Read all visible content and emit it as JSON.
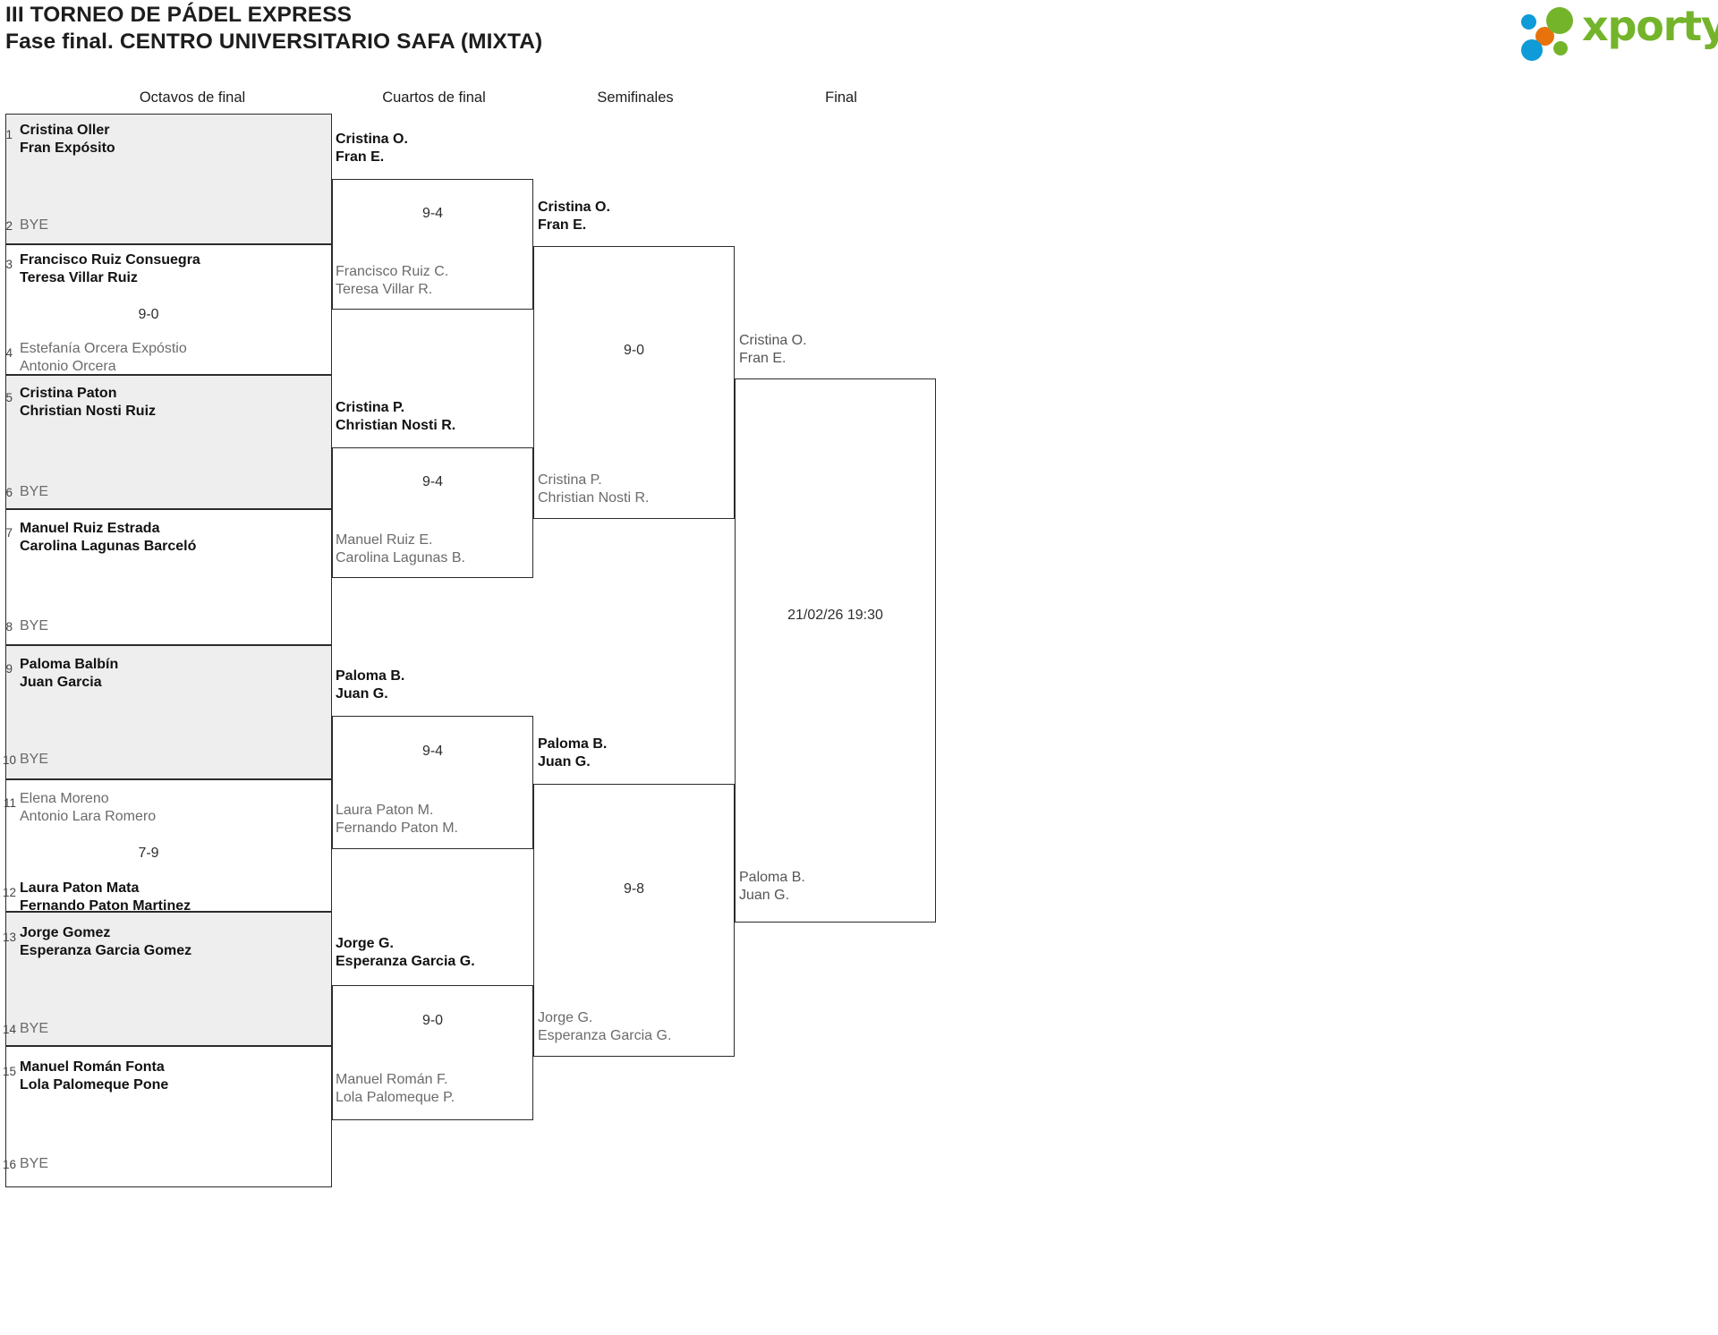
{
  "header": {
    "title_line1": "III TORNEO DE PÁDEL EXPRESS",
    "title_line2": "Fase final. CENTRO UNIVERSITARIO SAFA (MIXTA)",
    "logo_text": "xporty",
    "logo_colors": {
      "green": "#74b42b",
      "blue": "#0e9bd8",
      "orange": "#e8730c"
    }
  },
  "rounds": [
    {
      "label": "Octavos de final"
    },
    {
      "label": "Cuartos de final"
    },
    {
      "label": "Semifinales"
    },
    {
      "label": "Final"
    }
  ],
  "round1": {
    "entries": [
      {
        "seed": "1",
        "line1": "Cristina Oller",
        "line2": "Fran Expósito",
        "state": "winner"
      },
      {
        "seed": "2",
        "line1": "BYE",
        "line2": "",
        "state": "bye"
      },
      {
        "seed": "3",
        "line1": "Francisco Ruiz Consuegra",
        "line2": "Teresa Villar Ruiz",
        "state": "winner"
      },
      {
        "seed": "4",
        "line1": "Estefanía Orcera Expóstio",
        "line2": "Antonio Orcera",
        "state": "loser"
      },
      {
        "seed": "5",
        "line1": "Cristina Paton",
        "line2": "Christian Nosti Ruiz",
        "state": "winner"
      },
      {
        "seed": "6",
        "line1": "BYE",
        "line2": "",
        "state": "bye"
      },
      {
        "seed": "7",
        "line1": "Manuel Ruiz Estrada",
        "line2": "Carolina Lagunas Barceló",
        "state": "winner"
      },
      {
        "seed": "8",
        "line1": "BYE",
        "line2": "",
        "state": "bye"
      },
      {
        "seed": "9",
        "line1": "Paloma Balbín",
        "line2": "Juan Garcia",
        "state": "winner"
      },
      {
        "seed": "10",
        "line1": "BYE",
        "line2": "",
        "state": "bye"
      },
      {
        "seed": "11",
        "line1": "Elena Moreno",
        "line2": "Antonio Lara Romero",
        "state": "loser"
      },
      {
        "seed": "12",
        "line1": "Laura Paton Mata",
        "line2": "Fernando Paton Martinez",
        "state": "winner"
      },
      {
        "seed": "13",
        "line1": "Jorge Gomez",
        "line2": "Esperanza Garcia Gomez",
        "state": "winner"
      },
      {
        "seed": "14",
        "line1": "BYE",
        "line2": "",
        "state": "bye"
      },
      {
        "seed": "15",
        "line1": "Manuel Román Fonta",
        "line2": "Lola Palomeque Pone",
        "state": "winner"
      },
      {
        "seed": "16",
        "line1": "BYE",
        "line2": "",
        "state": "bye"
      }
    ],
    "scores": [
      "",
      "9-0",
      "",
      "",
      "",
      "7-9",
      "",
      ""
    ]
  },
  "round2": {
    "matches": [
      {
        "top": {
          "line1": "Cristina O.",
          "line2": "Fran E.",
          "state": "winner"
        },
        "bottom": {
          "line1": "Francisco Ruiz C.",
          "line2": "Teresa Villar R.",
          "state": "loser"
        },
        "score": "9-4"
      },
      {
        "top": {
          "line1": "Cristina P.",
          "line2": "Christian Nosti R.",
          "state": "winner"
        },
        "bottom": {
          "line1": "Manuel Ruiz E.",
          "line2": "Carolina Lagunas B.",
          "state": "loser"
        },
        "score": "9-4"
      },
      {
        "top": {
          "line1": "Paloma B.",
          "line2": "Juan G.",
          "state": "winner"
        },
        "bottom": {
          "line1": "Laura Paton M.",
          "line2": "Fernando Paton M.",
          "state": "loser"
        },
        "score": "9-4"
      },
      {
        "top": {
          "line1": "Jorge G.",
          "line2": "Esperanza Garcia G.",
          "state": "winner"
        },
        "bottom": {
          "line1": "Manuel Román F.",
          "line2": "Lola Palomeque P.",
          "state": "loser"
        },
        "score": "9-0"
      }
    ]
  },
  "round3": {
    "matches": [
      {
        "top": {
          "line1": "Cristina O.",
          "line2": "Fran E.",
          "state": "winner"
        },
        "bottom": {
          "line1": "Cristina P.",
          "line2": "Christian Nosti R.",
          "state": "loser"
        },
        "score": "9-0"
      },
      {
        "top": {
          "line1": "Paloma B.",
          "line2": "Juan G.",
          "state": "winner"
        },
        "bottom": {
          "line1": "Jorge G.",
          "line2": "Esperanza Garcia G.",
          "state": "loser"
        },
        "score": "9-8"
      }
    ]
  },
  "round4": {
    "match": {
      "top": {
        "line1": "Cristina O.",
        "line2": "Fran E.",
        "state": "pending"
      },
      "bottom": {
        "line1": "Paloma B.",
        "line2": "Juan G.",
        "state": "pending"
      },
      "datetime": "21/02/26 19:30"
    }
  }
}
